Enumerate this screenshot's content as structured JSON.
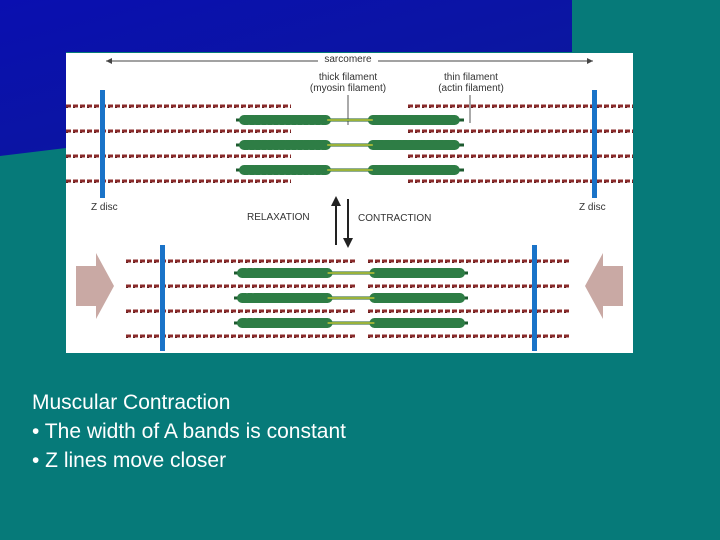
{
  "slide": {
    "background_color": "#067a79",
    "accent_shape_color": "#0a14a8"
  },
  "figure": {
    "labels": {
      "sarcomere": "sarcomere",
      "thick_filament_line1": "thick filament",
      "thick_filament_line2": "(myosin filament)",
      "thin_filament_line1": "thin filament",
      "thin_filament_line2": "(actin filament)",
      "z_disc_left": "Z disc",
      "z_disc_right": "Z disc",
      "relaxation": "RELAXATION",
      "contraction": "CONTRACTION"
    },
    "colors": {
      "z_disc": "#1a73c8",
      "actin": "#8a2b2b",
      "myosin": "#2e7d45",
      "arrow_large": "#c9a9a4"
    }
  },
  "caption": {
    "title": "Muscular Contraction",
    "bullets": [
      "• The width of A bands is constant",
      "• Z lines move closer"
    ]
  }
}
